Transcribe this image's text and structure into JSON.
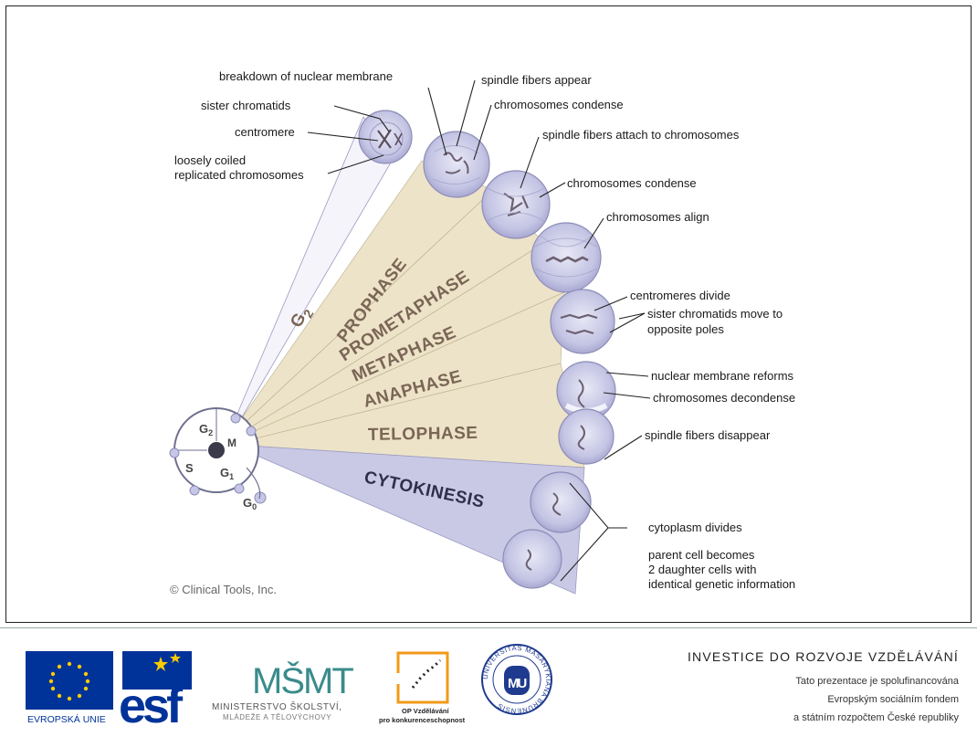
{
  "phases": {
    "g2": "G",
    "g2_sub": "2",
    "prophase": "PROPHASE",
    "prometaphase": "PROMETAPHASE",
    "metaphase": "METAPHASE",
    "anaphase": "ANAPHASE",
    "telophase": "TELOPHASE",
    "cytokinesis": "CYTOKINESIS"
  },
  "cycle": {
    "g2": "G",
    "g2_sub": "2",
    "m": "M",
    "s": "S",
    "g1": "G",
    "g1_sub": "1",
    "g0": "G",
    "g0_sub": "0"
  },
  "labels": {
    "sister_chromatids": "sister chromatids",
    "centromere": "centromere",
    "loosely_coiled_1": "loosely coiled",
    "loosely_coiled_2": "replicated chromosomes",
    "breakdown": "breakdown of nuclear membrane",
    "spindle_appear": "spindle fibers appear",
    "condense_1": "chromosomes condense",
    "spindle_attach": "spindle fibers attach to chromosomes",
    "condense_2": "chromosomes condense",
    "align": "chromosomes align",
    "centromeres_divide": "centromeres divide",
    "sister_move_1": "sister chromatids move to",
    "sister_move_2": "opposite poles",
    "membrane_reforms": "nuclear membrane reforms",
    "decondense": "chromosomes decondense",
    "spindle_disappear": "spindle fibers disappear",
    "cytoplasm_divides": "cytoplasm divides",
    "parent_1": "parent cell becomes",
    "parent_2": "2 daughter cells with",
    "parent_3": "identical genetic information"
  },
  "copyright": "© Clinical Tools, Inc.",
  "footer": {
    "title": "INVESTICE DO ROZVOJE VZDĚLÁVÁNÍ",
    "line1": "Tato prezentace je spolufinancována",
    "line2": "Evropským sociálním fondem",
    "line3": "a státním rozpočtem České republiky",
    "eu_caption": "EVROPSKÁ UNIE",
    "esf_text": "esf",
    "msmt_text": "MŠMT",
    "msmt_caption_1": "MINISTERSTVO ŠKOLSTVÍ,",
    "msmt_caption_2": "MLÁDEŽE A TĚLOVÝCHOVY",
    "op_caption_1": "OP Vzdělávání",
    "op_caption_2": "pro konkurenceschopnost",
    "muni_ring": "UNIVERSITAS MASARYKIANA BRUNENSIS",
    "muni_mark": "MU"
  },
  "colors": {
    "cell_fill": "#c6c6e6",
    "cell_stroke": "#8d8db8",
    "wedge_tan": "#ede3c8",
    "wedge_blue": "#c9c9e6",
    "phase_text": "#7a6656",
    "eu_blue": "#003399",
    "eu_gold": "#ffcc00",
    "msmt_teal": "#3b8b8b",
    "op_orange": "#f29a1a",
    "muni_blue": "#1f3b8f"
  }
}
